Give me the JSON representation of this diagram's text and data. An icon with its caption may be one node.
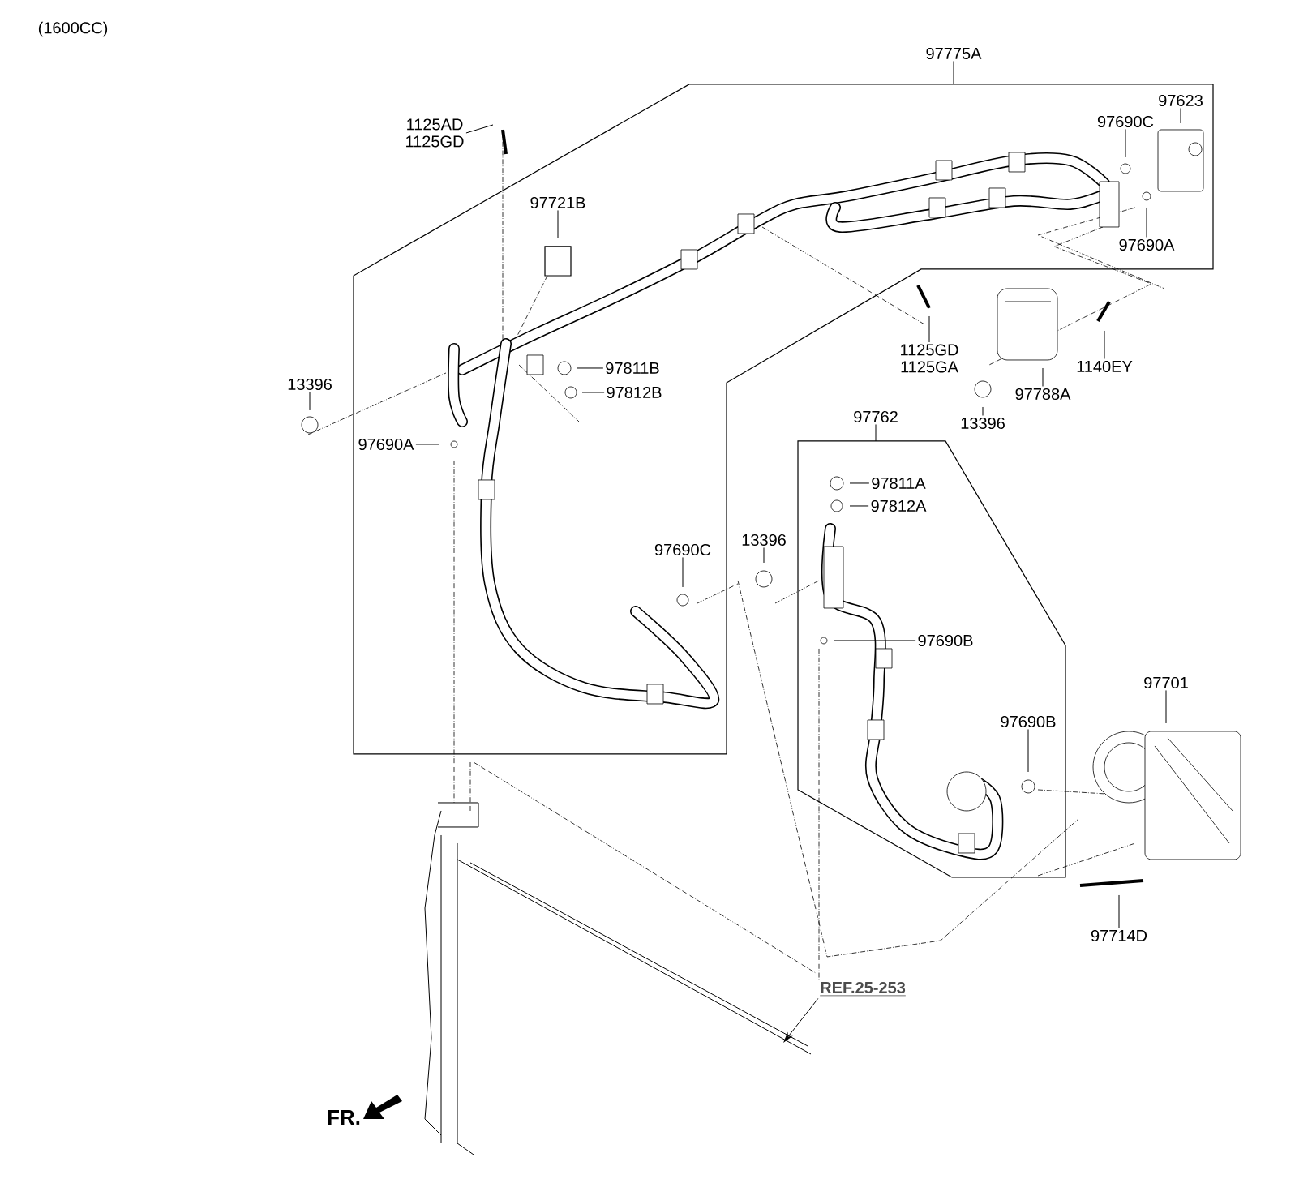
{
  "diagram": {
    "nodes": [
      {
        "text": [
          "97775A"
        ]
      },
      {
        "text": [
          "1125AD",
          "1125GD"
        ]
      },
      {
        "text": [
          "97623"
        ]
      },
      {
        "text": [
          "97690C"
        ]
      },
      {
        "text": [
          "97721B"
        ]
      },
      {
        "text": [
          "97811B"
        ]
      },
      {
        "text": [
          "97812B"
        ]
      },
      {
        "text": [
          "1125GD",
          "1125GA"
        ]
      },
      {
        "text": [
          "97788A"
        ]
      },
      {
        "text": [
          "1140EY"
        ]
      },
      {
        "text": [
          "97690A"
        ]
      },
      {
        "text": [
          "13396"
        ]
      },
      {
        "text": [
          "97690A"
        ]
      },
      {
        "text": [
          "13396"
        ]
      },
      {
        "text": [
          "97762"
        ]
      },
      {
        "text": [
          "97811A"
        ]
      },
      {
        "text": [
          "97812A"
        ]
      },
      {
        "text": [
          "13396"
        ]
      },
      {
        "text": [
          "97690C"
        ]
      },
      {
        "text": [
          "97690B"
        ]
      },
      {
        "text": [
          "97701"
        ]
      },
      {
        "text": [
          "97690B"
        ]
      },
      {
        "text": [
          "97714D"
        ]
      },
      {
        "text": [
          "REF.25-253"
        ]
      }
    ],
    "edges": [
      {
        "from": 0,
        "to": null,
        "arrow": "none"
      },
      {
        "from": 1,
        "to": null,
        "arrow": "none"
      },
      {
        "from": 2,
        "to": null,
        "arrow": "none"
      },
      {
        "from": 3,
        "to": null,
        "arrow": "none"
      },
      {
        "from": 4,
        "to": null,
        "arrow": "none"
      },
      {
        "from": 5,
        "to": null,
        "arrow": "none"
      },
      {
        "from": 6,
        "to": null,
        "arrow": "none"
      },
      {
        "from": 7,
        "to": null,
        "arrow": "none"
      },
      {
        "from": 8,
        "to": null,
        "arrow": "none"
      },
      {
        "from": 9,
        "to": null,
        "arrow": "none"
      },
      {
        "from": 10,
        "to": null,
        "arrow": "none"
      },
      {
        "from": 11,
        "to": null,
        "arrow": "none"
      },
      {
        "from": 12,
        "to": null,
        "arrow": "none"
      },
      {
        "from": 13,
        "to": null,
        "arrow": "none"
      },
      {
        "from": 14,
        "to": null,
        "arrow": "none"
      },
      {
        "from": 15,
        "to": null,
        "arrow": "none"
      },
      {
        "from": 16,
        "to": null,
        "arrow": "none"
      },
      {
        "from": 17,
        "to": null,
        "arrow": "none"
      },
      {
        "from": 18,
        "to": null,
        "arrow": "none"
      },
      {
        "from": 19,
        "to": null,
        "arrow": "none"
      },
      {
        "from": 20,
        "to": null,
        "arrow": "none"
      },
      {
        "from": 21,
        "to": null,
        "arrow": "none"
      },
      {
        "from": 22,
        "to": null,
        "arrow": "none"
      },
      {
        "from": 23,
        "to": null,
        "arrow": "to"
      }
    ],
    "labels": [
      "(1600CC)",
      "FR."
    ]
  }
}
